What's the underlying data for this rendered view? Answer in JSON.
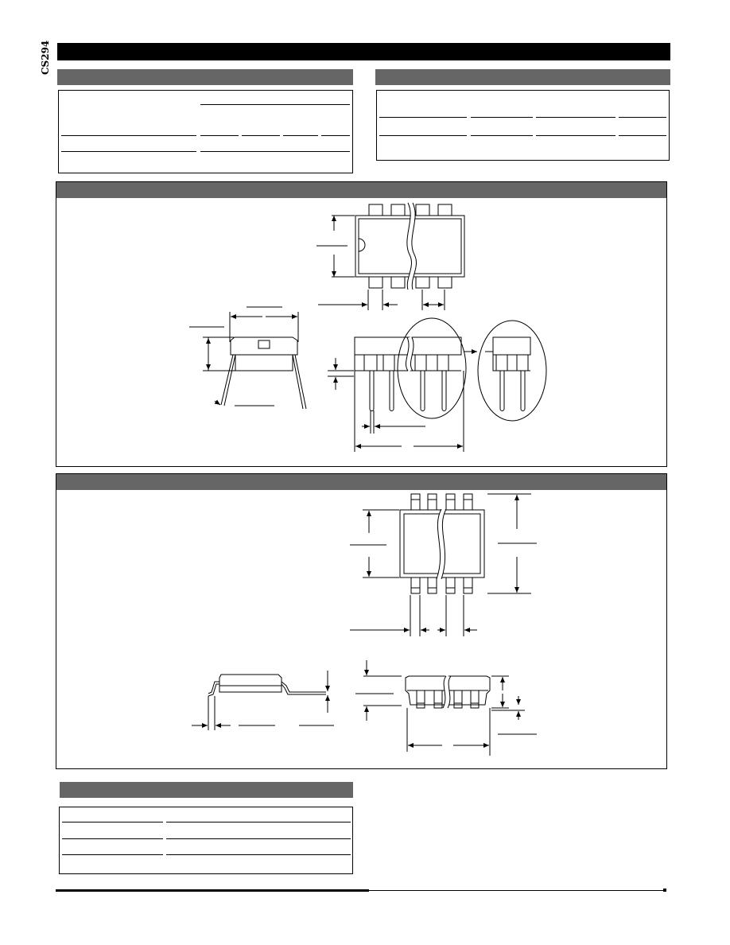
{
  "header": {
    "part_number": "CS294"
  },
  "colors": {
    "header_bar": "#000000",
    "section_bar": "#666666",
    "line": "#000000"
  },
  "sections": [
    {
      "id": "ordering-table-left",
      "title": ""
    },
    {
      "id": "ordering-table-right",
      "title": ""
    },
    {
      "id": "dip-package-drawing",
      "title": ""
    },
    {
      "id": "soic-package-drawing",
      "title": ""
    },
    {
      "id": "bottom-table",
      "title": ""
    }
  ]
}
